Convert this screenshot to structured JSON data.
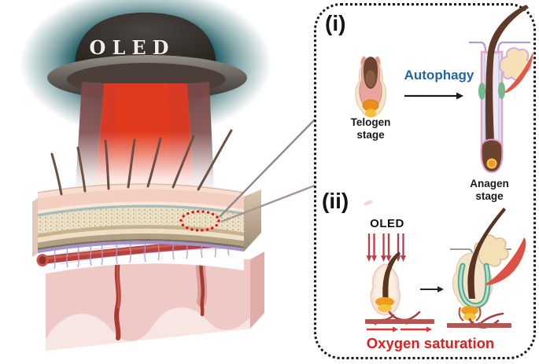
{
  "figure": {
    "device_label": "OLED",
    "panel": {
      "section_i": {
        "index_label": "(i)",
        "telogen_caption": "Telogen\nstage",
        "process_label": "Autophagy",
        "anagen_caption": "Anagen\nstage"
      },
      "section_ii": {
        "index_label": "(ii)",
        "oled_label": "OLED",
        "caption": "Oxygen saturation"
      }
    },
    "colors": {
      "device_glow_teal": "#1b5a60",
      "beam_red": "#d93a24",
      "autophagy_blue": "#2264a8",
      "oxygen_red": "#e11d1d",
      "marker_red": "#e81010",
      "irradiation_arrow_red": "#c23a48"
    }
  }
}
